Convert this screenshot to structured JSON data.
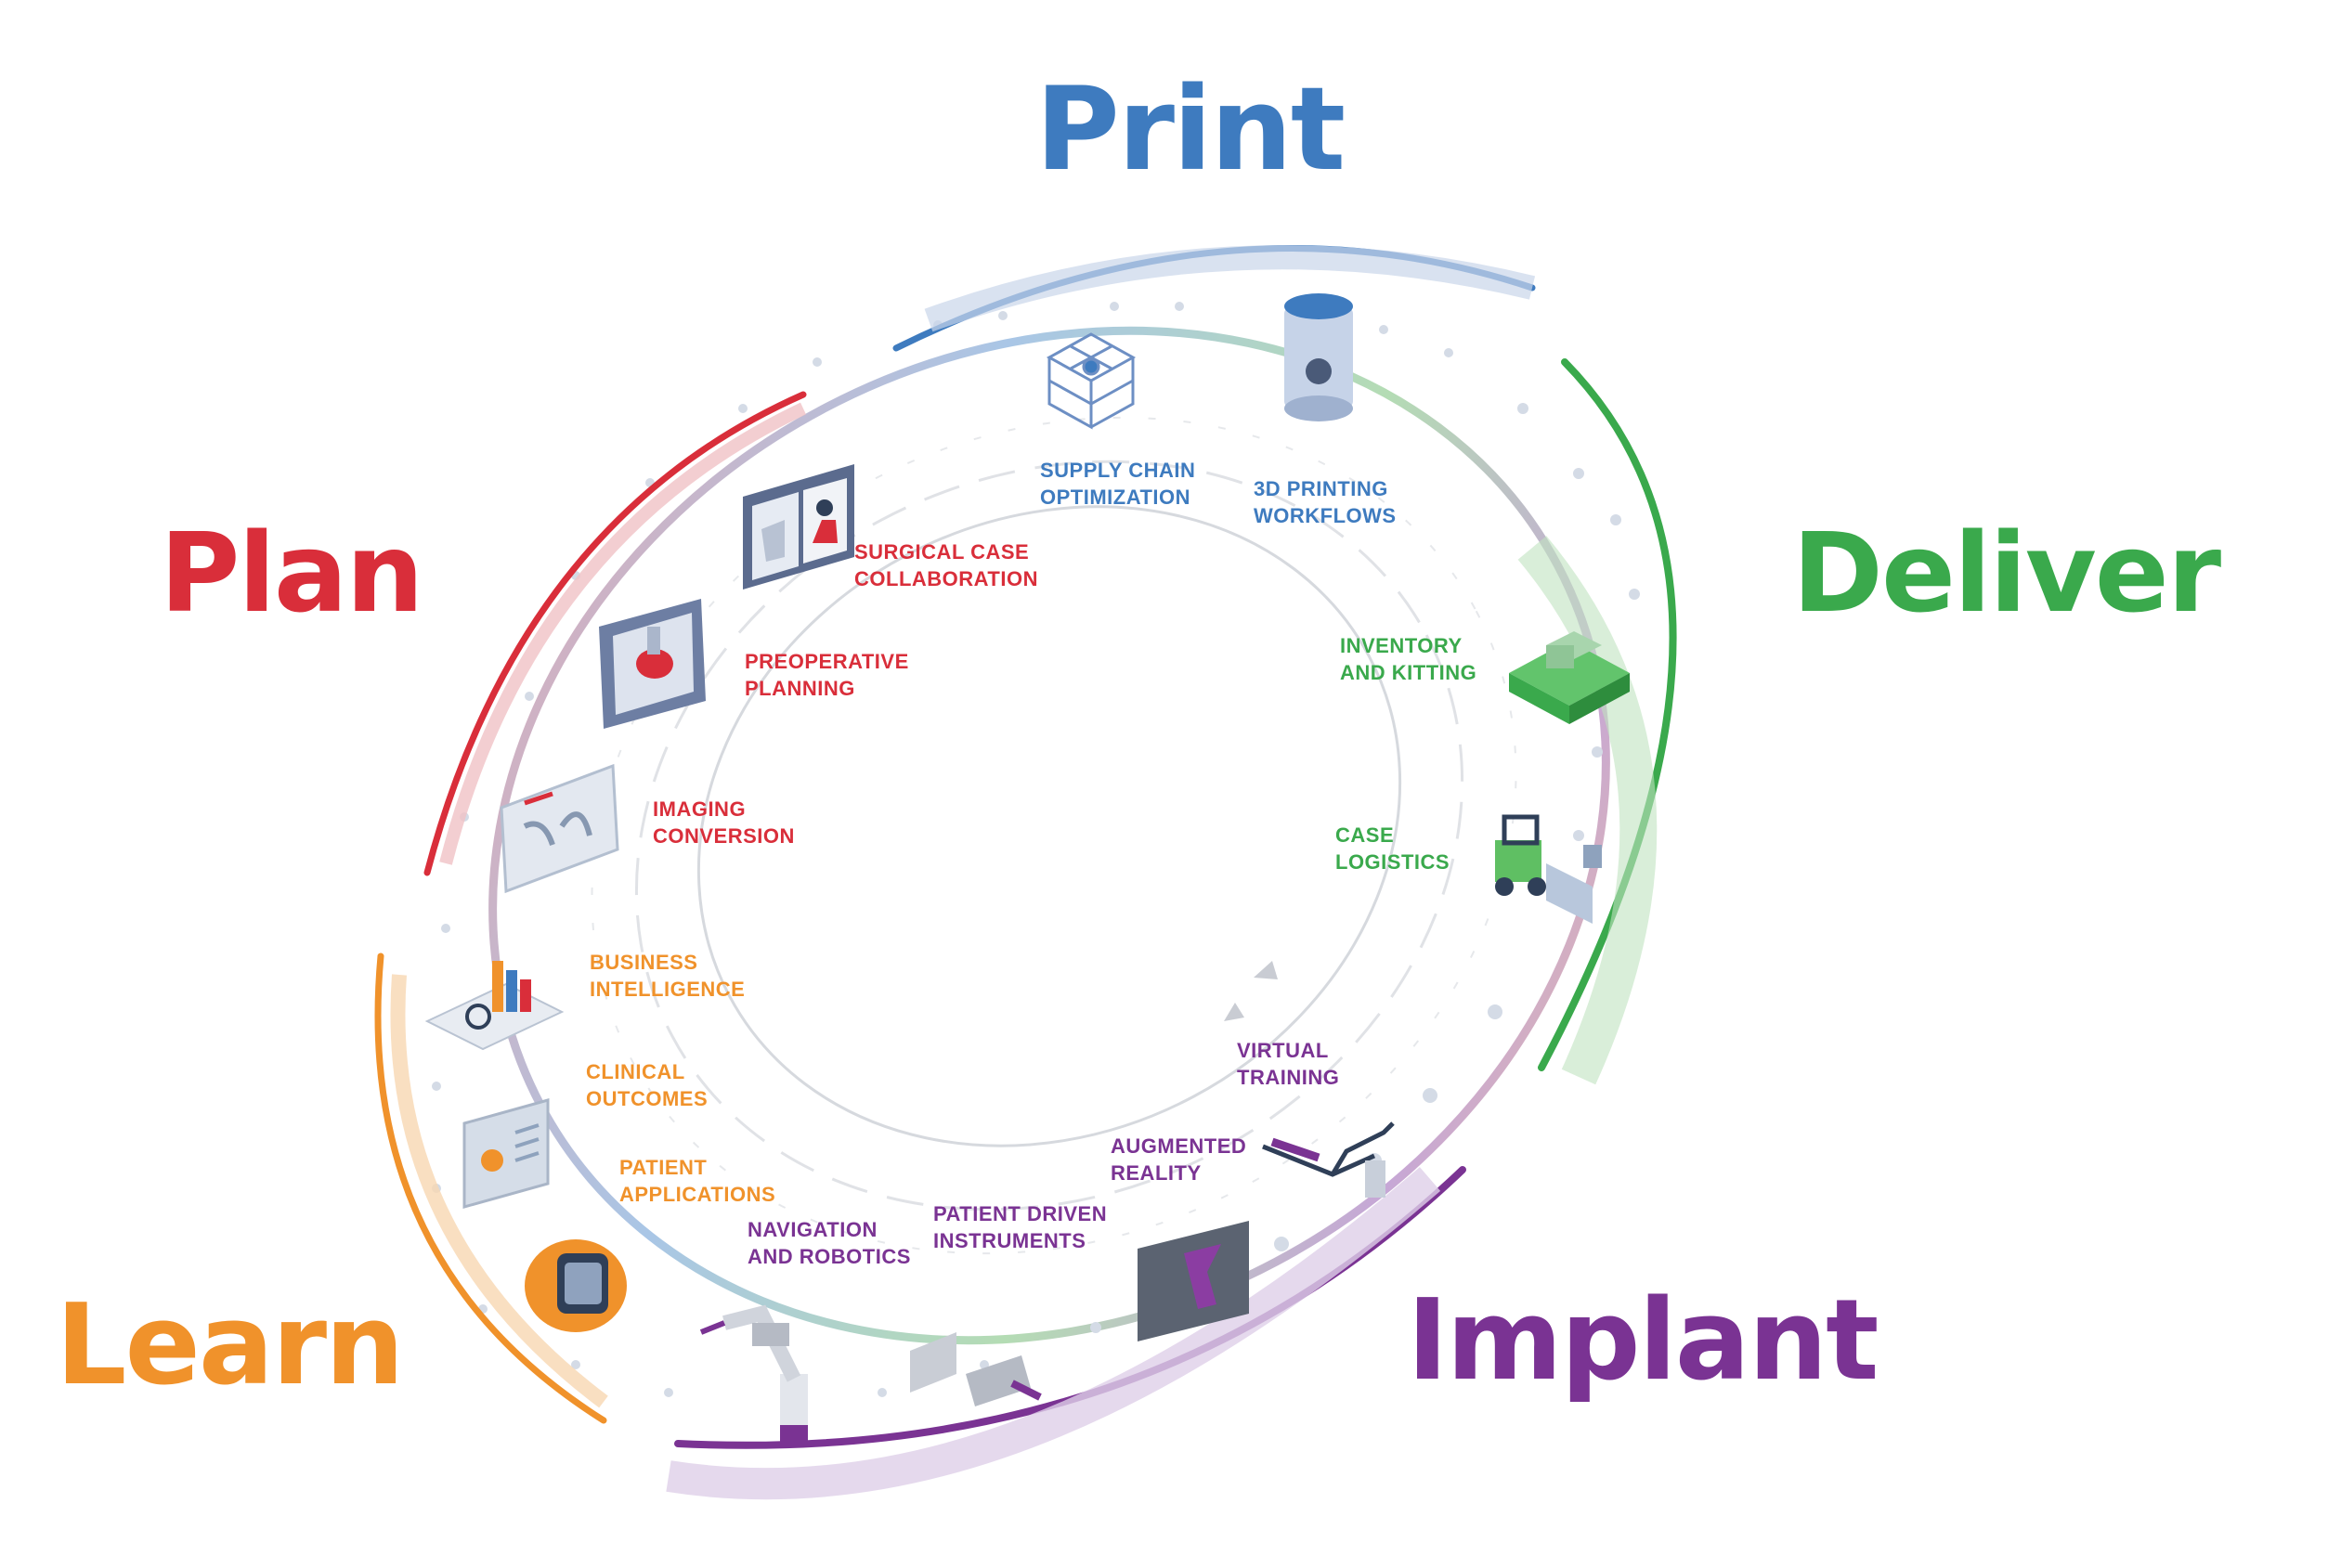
{
  "colors": {
    "print": "#3e7bbf",
    "deliver": "#3aa94c",
    "implant": "#7a3393",
    "learn": "#f0922b",
    "plan": "#d92e3a"
  },
  "phases": {
    "print": "Print",
    "deliver": "Deliver",
    "implant": "Implant",
    "learn": "Learn",
    "plan": "Plan"
  },
  "steps": {
    "supply_chain": [
      "SUPPLY CHAIN",
      "OPTIMIZATION"
    ],
    "printing_workflows": [
      "3D PRINTING",
      "WORKFLOWS"
    ],
    "inventory": [
      "INVENTORY",
      "AND KITTING"
    ],
    "case_logistics": [
      "CASE",
      "LOGISTICS"
    ],
    "virtual_training": [
      "VIRTUAL",
      "TRAINING"
    ],
    "augmented_reality": [
      "AUGMENTED",
      "REALITY"
    ],
    "patient_instruments": [
      "PATIENT DRIVEN",
      "INSTRUMENTS"
    ],
    "navigation": [
      "NAVIGATION",
      "AND ROBOTICS"
    ],
    "patient_apps": [
      "PATIENT",
      "APPLICATIONS"
    ],
    "clinical_outcomes": [
      "CLINICAL",
      "OUTCOMES"
    ],
    "business_intel": [
      "BUSINESS",
      "INTELLIGENCE"
    ],
    "imaging": [
      "IMAGING",
      "CONVERSION"
    ],
    "preoperative": [
      "PREOPERATIVE",
      "PLANNING"
    ],
    "surgical_case": [
      "SURGICAL CASE",
      "COLLABORATION"
    ]
  },
  "icons": [
    "lattice-cube-icon",
    "3d-printer-icon",
    "inventory-box-icon",
    "forklift-icon",
    "vr-glasses-icon",
    "ar-monitor-icon",
    "instrument-guide-icon",
    "robot-arm-icon",
    "smartwatch-icon",
    "outcomes-tablet-icon",
    "bar-chart-icon",
    "xray-panel-icon",
    "knee-tablet-icon",
    "video-call-tablet-icon"
  ]
}
